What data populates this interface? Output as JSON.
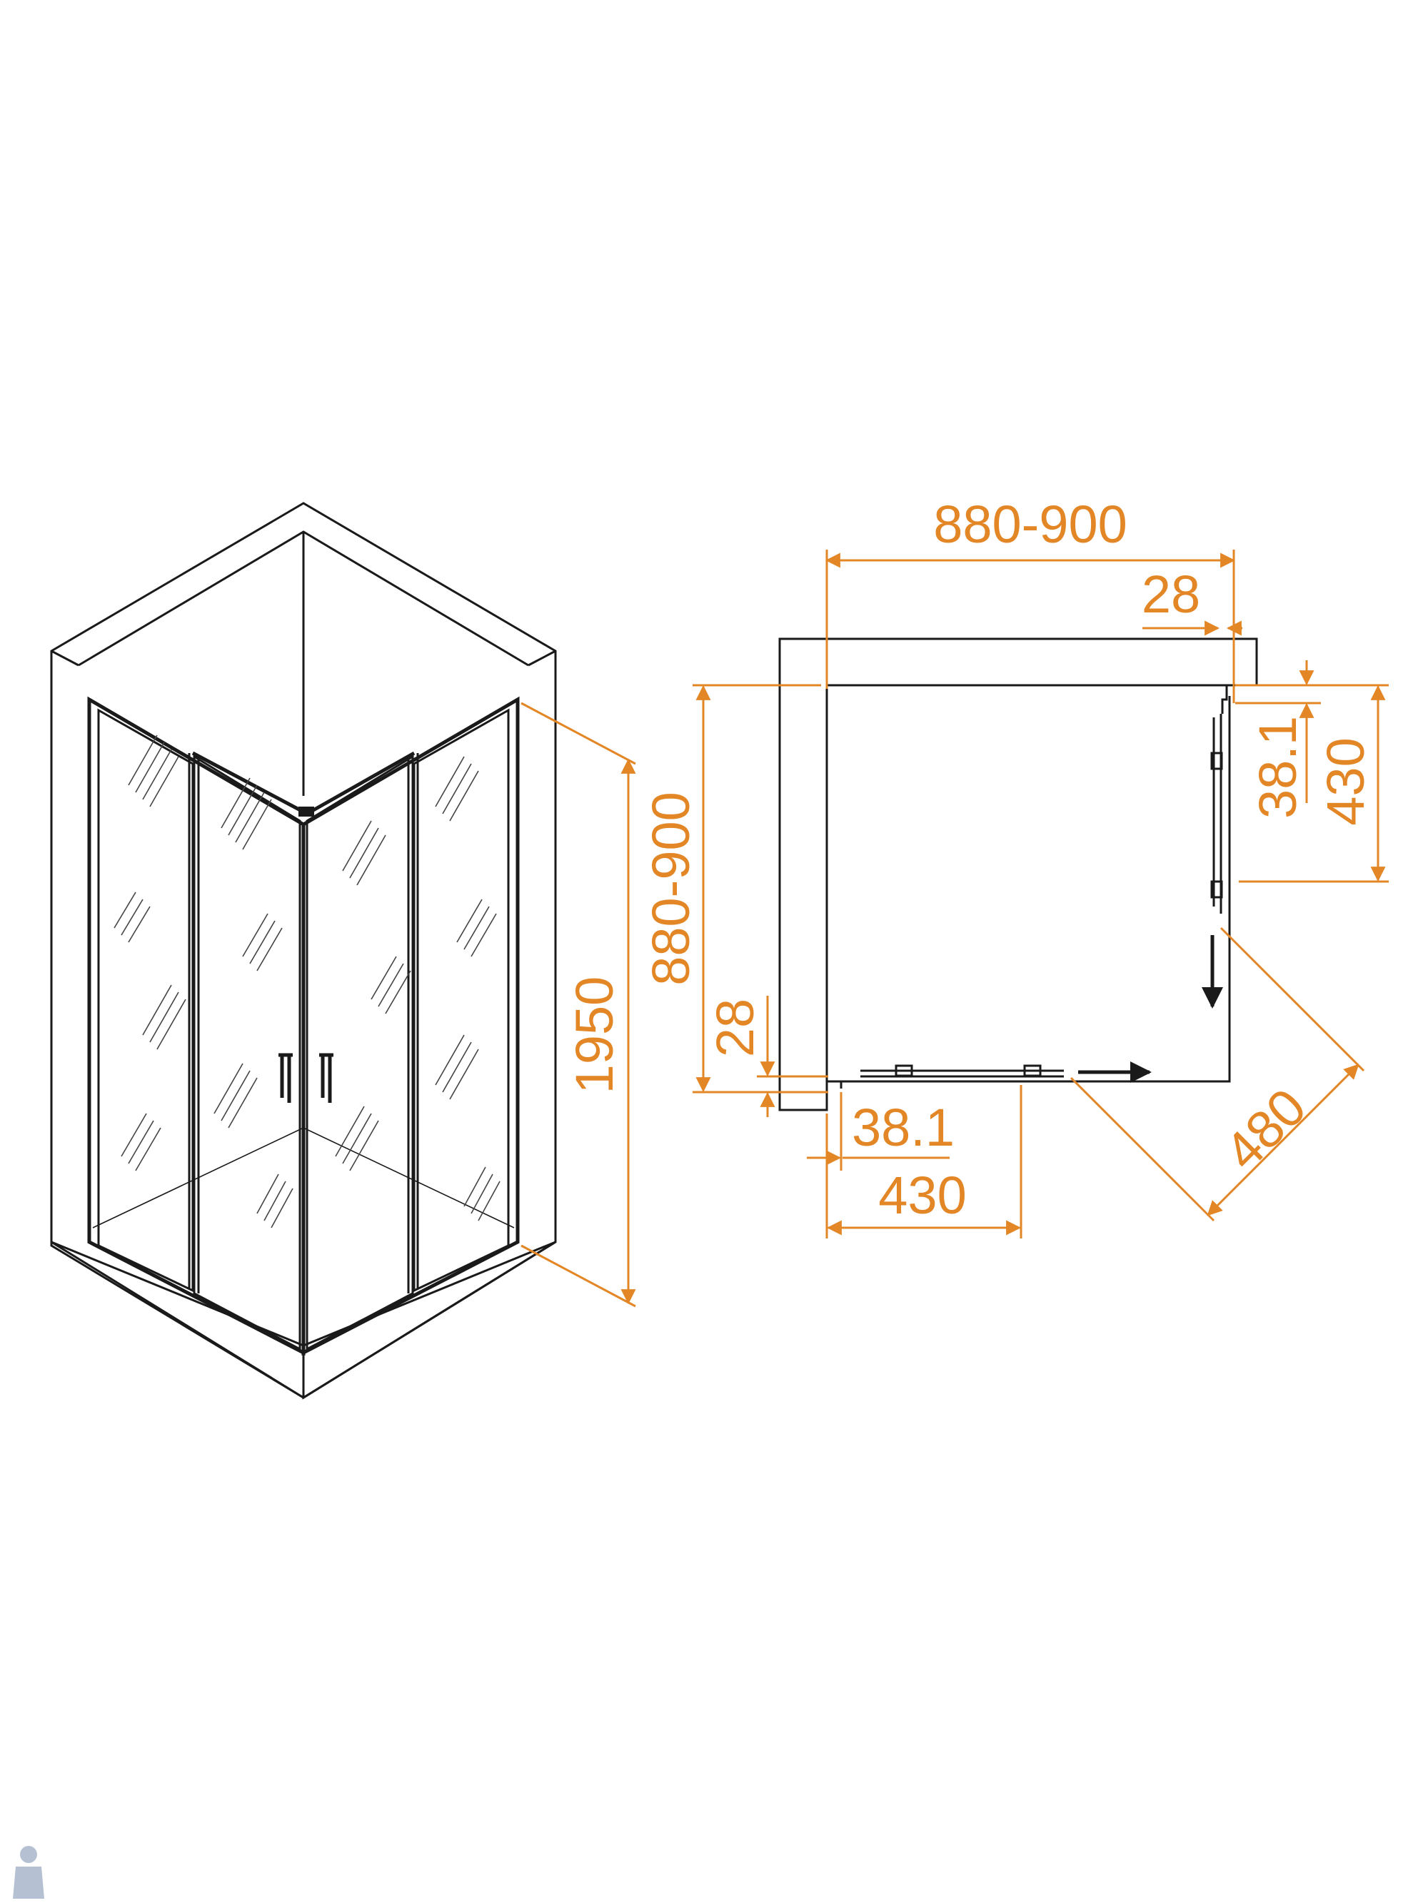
{
  "colors": {
    "dimension": "#e38626",
    "ink": "#1a1a1a",
    "background": "#ffffff"
  },
  "dimensions": {
    "iso_height": "1950",
    "plan_top_width": "880-900",
    "plan_top_offset": "28",
    "plan_left_depth": "880-900",
    "plan_left_offset": "28",
    "plan_right_small": "38.1",
    "plan_right_door": "430",
    "plan_bottom_small": "38.1",
    "plan_bottom_door": "430",
    "plan_diagonal_entry": "480"
  },
  "icons": {
    "watermark": "plumber-logo-icon"
  }
}
